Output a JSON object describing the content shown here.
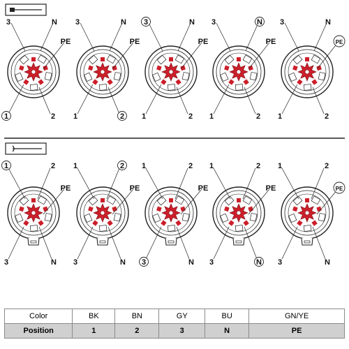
{
  "pin_labels": {
    "one": "1",
    "two": "2",
    "three": "3",
    "neutral": "N",
    "earth": "PE"
  },
  "connector_rows": [
    {
      "kind": "plug-pins",
      "highlighted": [
        "1",
        "PE",
        "PE",
        "PE",
        "PE"
      ],
      "circled": [
        "1",
        "2",
        "3",
        "N",
        "PE"
      ]
    },
    {
      "kind": "socket",
      "circled": [
        "1",
        "2",
        "3",
        "N",
        "PE"
      ]
    }
  ],
  "legend": {
    "color_header": "Color",
    "position_header": "Position",
    "colors": [
      "BK",
      "BN",
      "GY",
      "BU",
      "GN/YE"
    ],
    "positions": [
      "1",
      "2",
      "3",
      "N",
      "PE"
    ]
  },
  "colors": {
    "insert_red": "#cc1f2a",
    "line": "#222222",
    "table_grey": "#d0d0d0"
  }
}
